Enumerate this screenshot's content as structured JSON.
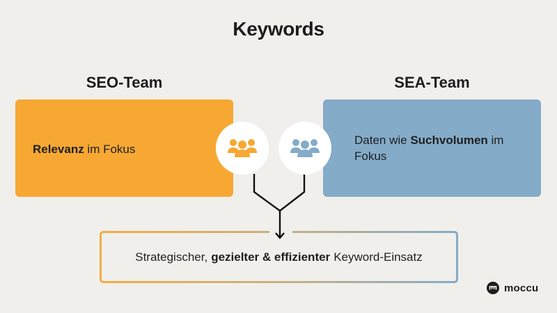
{
  "title": "Keywords",
  "seo": {
    "label": "SEO-Team",
    "text_bold": "Relevanz",
    "text_rest": " im Fokus",
    "color": "#F7A833",
    "icon": "team-icon"
  },
  "sea": {
    "label": "SEA-Team",
    "text_pre": "Daten wie ",
    "text_bold": "Suchvolumen",
    "text_rest": " im Fokus",
    "color": "#84ABC8",
    "icon": "team-icon"
  },
  "result": {
    "text_pre": "Strategischer,",
    "text_bold": "gezielter & effizienter",
    "text_rest": "Keyword-Einsatz",
    "border_gradient": [
      "#F2AE42",
      "#84ABC8"
    ]
  },
  "logo": {
    "text": "moccu"
  },
  "colors": {
    "background": "#F0EFEB",
    "seo_accent": "#F7A833",
    "sea_accent": "#84ABC8",
    "text": "#1C1C1C"
  }
}
